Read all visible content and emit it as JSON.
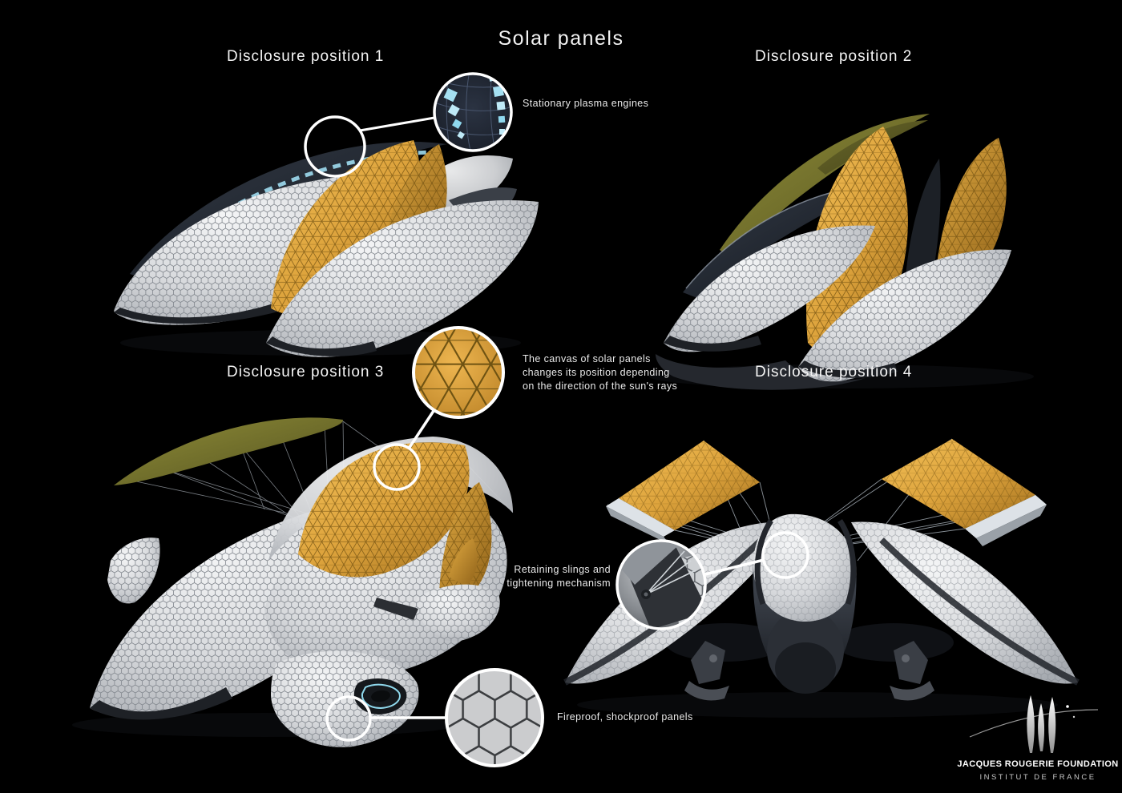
{
  "title": "Solar panels",
  "sections": [
    {
      "label": "Disclosure position 1"
    },
    {
      "label": "Disclosure position 2"
    },
    {
      "label": "Disclosure position 3"
    },
    {
      "label": "Disclosure position 4"
    }
  ],
  "annotations": {
    "plasma_engines": "Stationary plasma engines",
    "solar_canvas": "The canvas of solar panels\nchanges its position depending\non the direction of the sun's rays",
    "retaining_slings": "Retaining slings and\ntightening mechanism",
    "fireproof_panels": "Fireproof, shockproof panels"
  },
  "footer": {
    "foundation": "JACQUES ROUGERIE FOUNDATION",
    "institute": "INSTITUT DE FRANCE"
  },
  "icons": {
    "logo": "jacques-rougerie-foundation-logo",
    "detail_circles": [
      "plasma-engine-detail",
      "solar-canvas-detail",
      "sling-mechanism-detail",
      "hexagon-panel-detail"
    ]
  },
  "colors": {
    "background": "#000000",
    "hull_white": "#d9dbde",
    "panel_gold": "#dda33c",
    "panel_olive": "#7d7b30",
    "plasma_cyan": "#a9e2f3",
    "callout_white": "#ffffff"
  }
}
